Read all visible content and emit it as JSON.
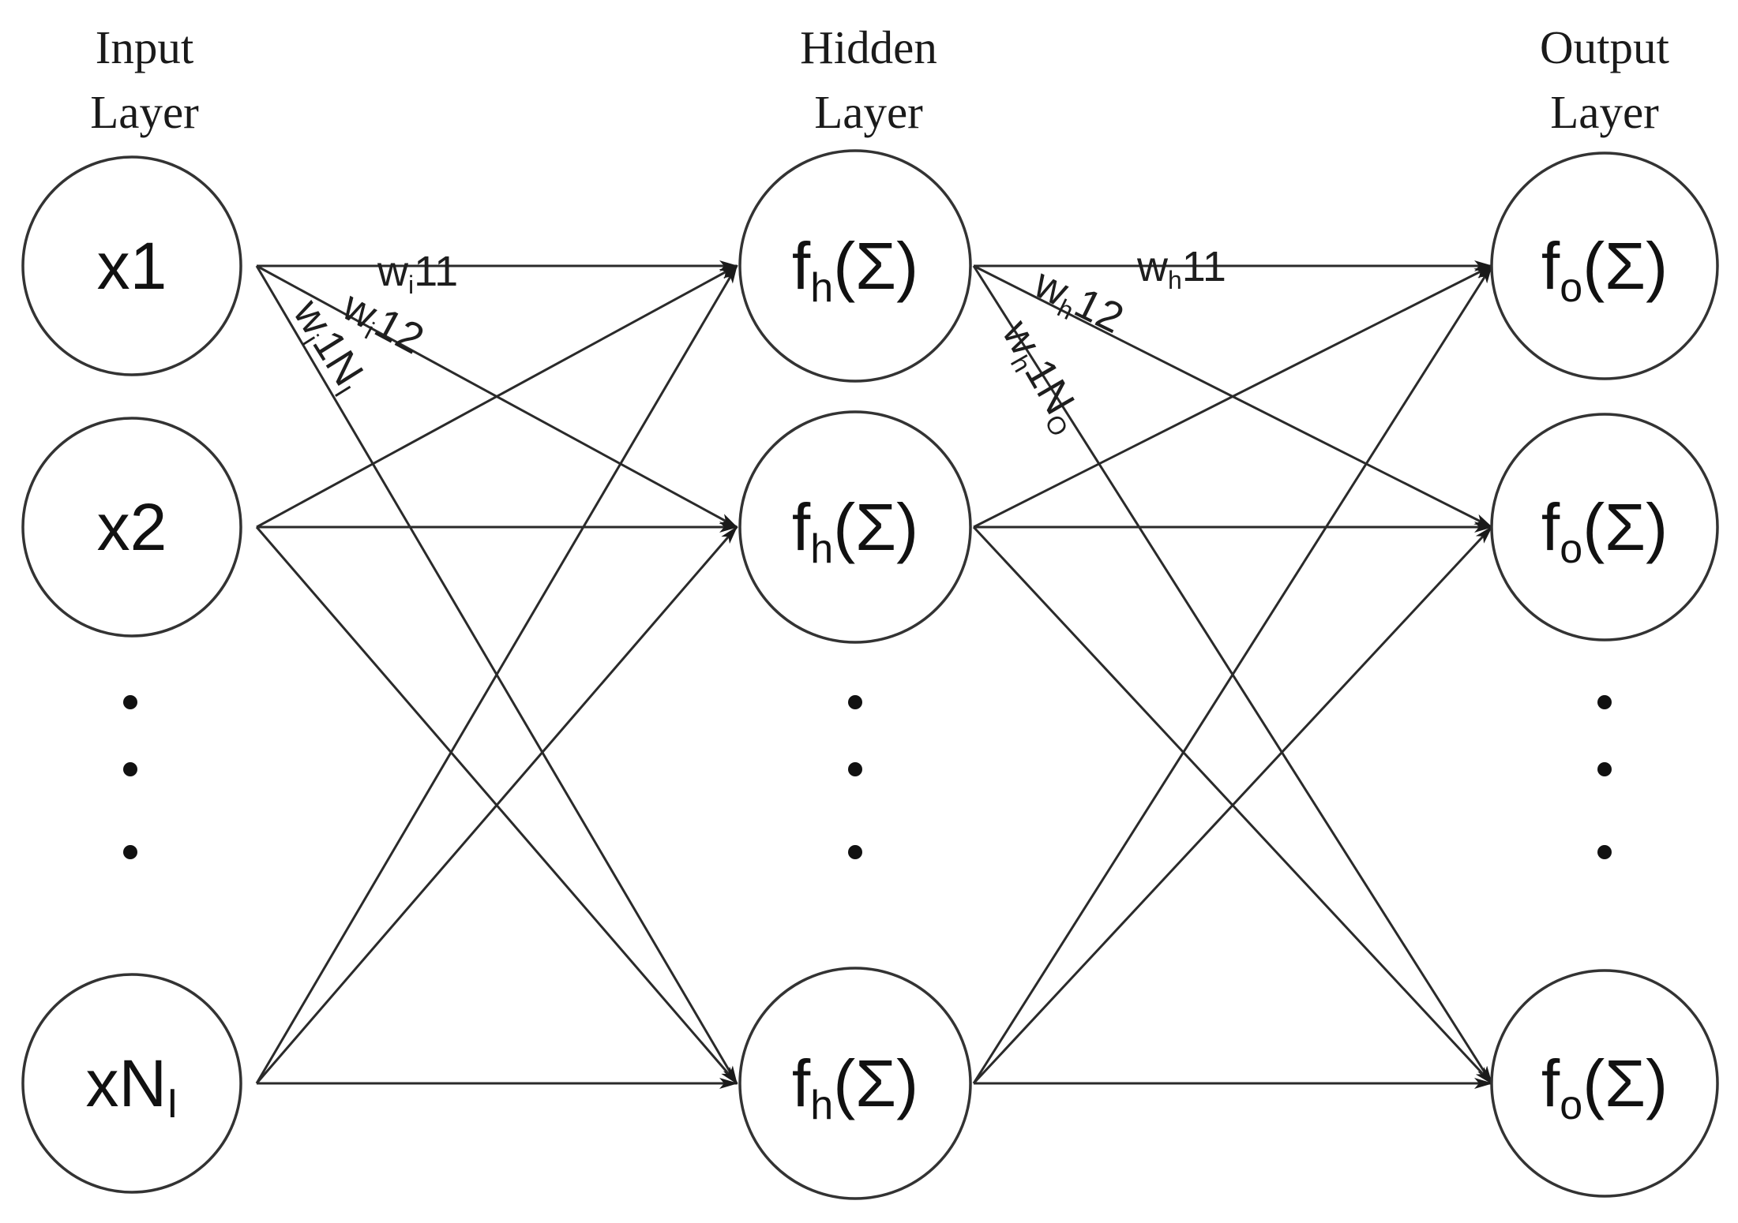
{
  "layers": {
    "input": {
      "title_line1": "Input",
      "title_line2": "Layer"
    },
    "hidden": {
      "title_line1": "Hidden",
      "title_line2": "Layer"
    },
    "output": {
      "title_line1": "Output",
      "title_line2": "Layer"
    }
  },
  "nodes": {
    "input": [
      {
        "main": "x1",
        "sub": ""
      },
      {
        "main": "x2",
        "sub": ""
      },
      {
        "main": "xN",
        "sub": "I"
      }
    ],
    "hidden": [
      {
        "pre": "f",
        "sub": "h",
        "post": "(Σ)"
      },
      {
        "pre": "f",
        "sub": "h",
        "post": "(Σ)"
      },
      {
        "pre": "f",
        "sub": "h",
        "post": "(Σ)"
      }
    ],
    "output": [
      {
        "pre": "f",
        "sub": "o",
        "post": "(Σ)"
      },
      {
        "pre": "f",
        "sub": "o",
        "post": "(Σ)"
      },
      {
        "pre": "f",
        "sub": "o",
        "post": "(Σ)"
      }
    ]
  },
  "weights": {
    "input_hidden": [
      {
        "pre": "w",
        "sub": "i",
        "post": "11"
      },
      {
        "pre": "w",
        "sub": "i",
        "post": "12"
      },
      {
        "pre": "w",
        "sub": "i",
        "post": "1N",
        "sub2": "I"
      }
    ],
    "hidden_output": [
      {
        "pre": "w",
        "sub": "h",
        "post": "11"
      },
      {
        "pre": "w",
        "sub": "h",
        "post": "12"
      },
      {
        "pre": "w",
        "sub": "h",
        "post": "1N",
        "sub2": "O"
      }
    ]
  }
}
